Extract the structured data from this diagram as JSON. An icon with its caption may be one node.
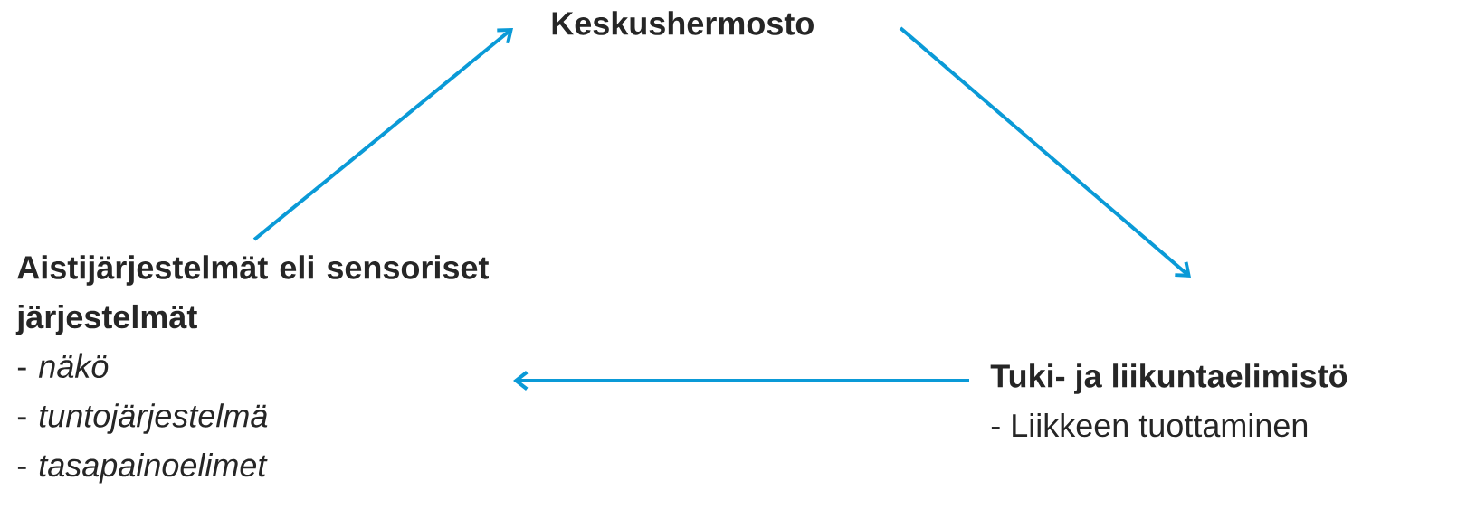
{
  "diagram": {
    "nodes": [
      {
        "text": [
          "Keskushermosto"
        ]
      },
      {
        "text": [
          "Aistijärjestelmät eli sensoriset järjestelmät",
          "-   *näkö*",
          "-   *tuntojärjestelmä*",
          "-   *tasapainoelimet*"
        ]
      },
      {
        "text": [
          "Tuki- ja liikuntaelimistö",
          "-     Liikkeen tuottaminen"
        ]
      }
    ],
    "edges": [
      {
        "from": 1,
        "to": 0,
        "arrow": "to"
      },
      {
        "from": 0,
        "to": 2,
        "arrow": "to"
      },
      {
        "from": 2,
        "to": 1,
        "arrow": "to"
      }
    ]
  }
}
